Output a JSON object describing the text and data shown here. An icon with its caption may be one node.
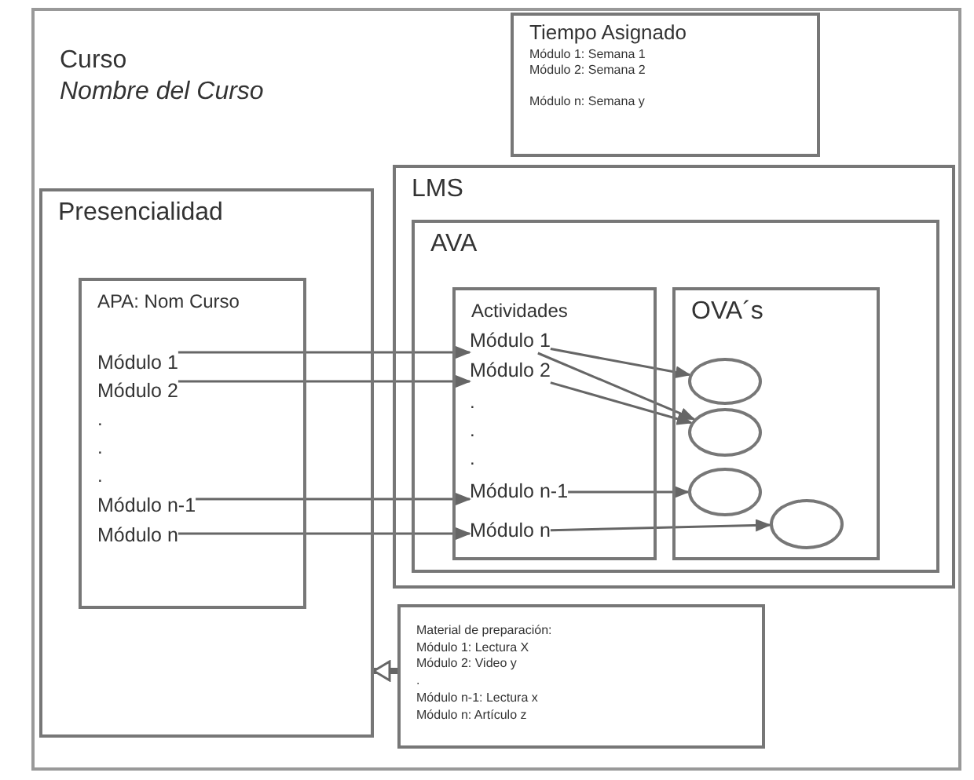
{
  "diagram": {
    "nodes": [
      {
        "text": [
          "Curso",
          "Nombre del Curso"
        ]
      },
      {
        "text": [
          "Tiempo Asignado",
          "Módulo 1: Semana 1",
          "Módulo 2: Semana 2",
          "Módulo n: Semana y"
        ],
        "in": 0
      },
      {
        "text": [
          "Presencialidad"
        ],
        "in": 0
      },
      {
        "text": [
          "APA: Nom Curso"
        ],
        "in": 2
      },
      {
        "text": [
          "Módulo 1"
        ],
        "in": 3
      },
      {
        "text": [
          "Módulo 2"
        ],
        "in": 3
      },
      {
        "text": [
          "Módulo n-1"
        ],
        "in": 3
      },
      {
        "text": [
          "Módulo n"
        ],
        "in": 3
      },
      {
        "text": [
          "LMS"
        ],
        "in": 0
      },
      {
        "text": [
          "AVA"
        ],
        "in": 8
      },
      {
        "text": [
          "Actividades"
        ],
        "in": 9
      },
      {
        "text": [
          "Módulo 1"
        ],
        "in": 10
      },
      {
        "text": [
          "Módulo 2"
        ],
        "in": 10
      },
      {
        "text": [
          "Módulo n-1"
        ],
        "in": 10
      },
      {
        "text": [
          "Módulo n"
        ],
        "in": 10
      },
      {
        "text": [
          "OVA´s"
        ],
        "in": 9
      },
      {
        "text": [],
        "shape": "circle",
        "in": 15
      },
      {
        "text": [],
        "shape": "circle",
        "in": 15
      },
      {
        "text": [],
        "shape": "circle",
        "in": 15
      },
      {
        "text": [],
        "shape": "circle",
        "in": 15
      },
      {
        "text": [
          "Material de preparación:",
          "Módulo 1: Lectura X",
          "Módulo 2: Video y",
          ".",
          "Módulo n-1: Lectura x",
          "Módulo n: Artículo z"
        ],
        "in": 0
      }
    ],
    "edges": [
      {
        "from": 4,
        "to": 11,
        "arrow": "to"
      },
      {
        "from": 5,
        "to": 12,
        "arrow": "to"
      },
      {
        "from": 6,
        "to": 13,
        "arrow": "to"
      },
      {
        "from": 7,
        "to": 14,
        "arrow": "to"
      },
      {
        "from": 11,
        "to": 16,
        "arrow": "to"
      },
      {
        "from": 11,
        "to": 17,
        "arrow": "to"
      },
      {
        "from": 12,
        "to": 17,
        "arrow": "to"
      },
      {
        "from": 13,
        "to": 18,
        "arrow": "to"
      },
      {
        "from": 14,
        "to": 19,
        "arrow": "to"
      },
      {
        "from": 20,
        "to": 2,
        "arrow": "to",
        "style": "thick"
      }
    ],
    "labels": [
      ".",
      ".",
      ".",
      ".",
      ".",
      "."
    ]
  }
}
